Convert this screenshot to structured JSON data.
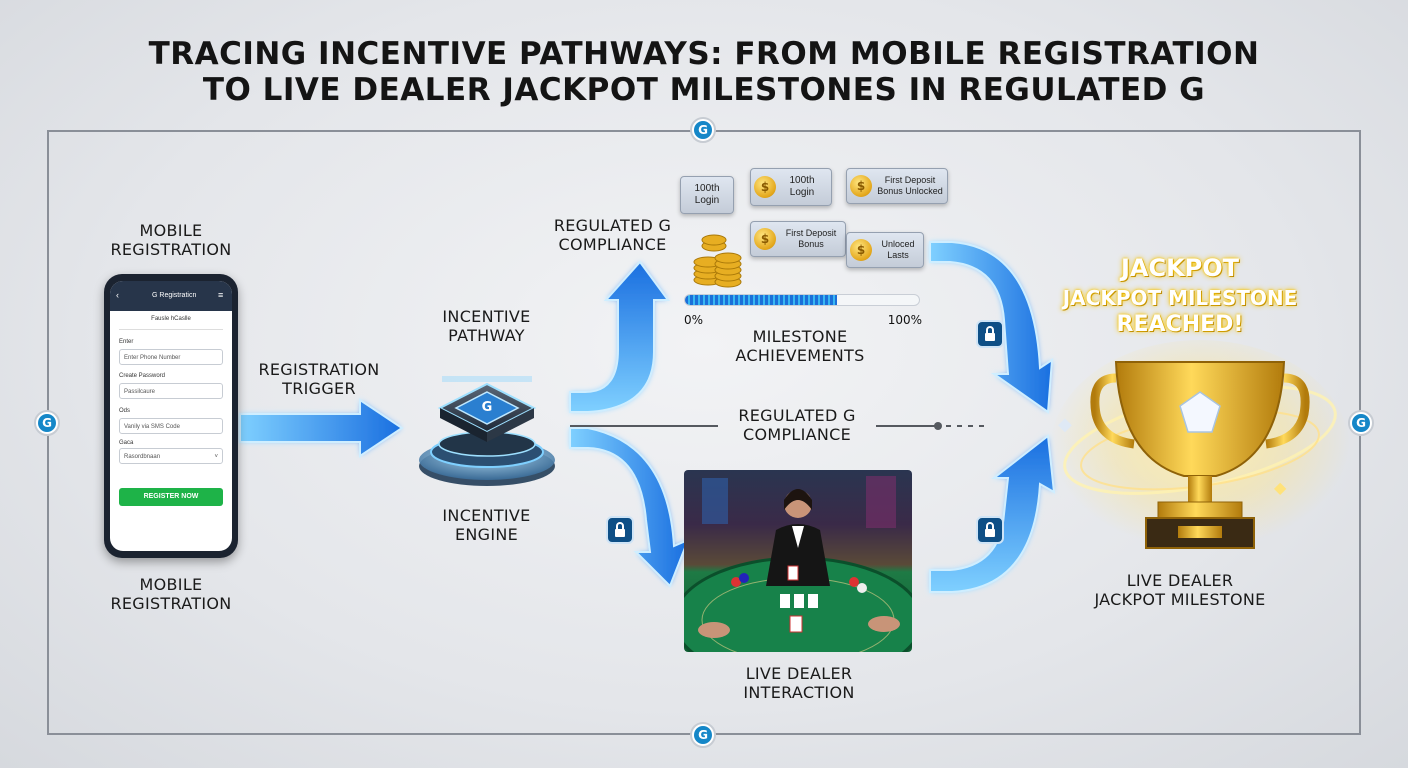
{
  "title": {
    "line1": "TRACING INCENTIVE PATHWAYS: FROM MOBILE REGISTRATION",
    "line2": "TO LIVE DEALER JACKPOT MILESTONES IN REGULATED G"
  },
  "frame_nodes": {
    "glyph": "G",
    "bottom_glyph": "G"
  },
  "mobile": {
    "label_top_1": "MOBILE",
    "label_top_2": "REGISTRATION",
    "label_bottom_1": "MOBILE",
    "label_bottom_2": "REGISTRATION",
    "app_title": "G Registraticn",
    "screen_title": "Fausle hCaslle",
    "field1_label": "Enter",
    "field1_placeholder": "Enter Phone Number",
    "field2_label": "Create Password",
    "field2_placeholder": "Passilcaure",
    "field3_label": "Ods",
    "field3_placeholder": "Vanily via SMS Code",
    "field4_label": "Gaca",
    "field4_value": "Rasordbnaan",
    "register_button": "REGISTER NOW"
  },
  "registration_trigger": {
    "line1": "REGISTRATION",
    "line2": "TRIGGER"
  },
  "incentive": {
    "pathway_1": "INCENTIVE",
    "pathway_2": "PATHWAY",
    "engine_1": "INCENTIVE",
    "engine_2": "ENGINE",
    "chip_glyph": "G"
  },
  "compliance_top": {
    "line1": "REGULATED G",
    "line2": "COMPLIANCE"
  },
  "compliance_mid": {
    "line1": "REGULATED G",
    "line2": "COMPLIANCE"
  },
  "badges": {
    "b1_line1": "100th",
    "b1_line2": "Login",
    "b2_line1": "100th",
    "b2_line2": "Login",
    "b3_line1": "First Deposit",
    "b3_line2": "Bonus Unlocked",
    "b4_line1": "First Deposit",
    "b4_line2": "Bonus",
    "b5_line1": "Unloced",
    "b5_line2": "Lasts"
  },
  "progress": {
    "value": 0.65,
    "min_label": "0%",
    "max_label": "100%"
  },
  "milestone": {
    "line1": "MILESTONE",
    "line2": "ACHIEVEMENTS"
  },
  "live_dealer": {
    "line1": "LIVE DEALER",
    "line2": "INTERACTION"
  },
  "jackpot": {
    "line1": "JACKPOT",
    "line2": "JACKPOT MILESTONE",
    "line3": "REACHED!",
    "caption_1": "LIVE DEALER",
    "caption_2": "JACKPOT MILESTONE"
  },
  "icons": [
    "g-logo-icon",
    "lock-icon",
    "coin-icon",
    "trophy-icon",
    "diamond-icon",
    "arrow-icon",
    "chip-icon",
    "back-arrow-icon",
    "menu-icon",
    "chevron-down-icon"
  ],
  "colors": {
    "arrow_blue": "#1e8fff",
    "arrow_glow": "#7fd0ff",
    "button_green": "#1eb348",
    "trophy_gold": "#f2b81a",
    "node_blue": "#1587c8",
    "lock_navy": "#0e4f86"
  }
}
